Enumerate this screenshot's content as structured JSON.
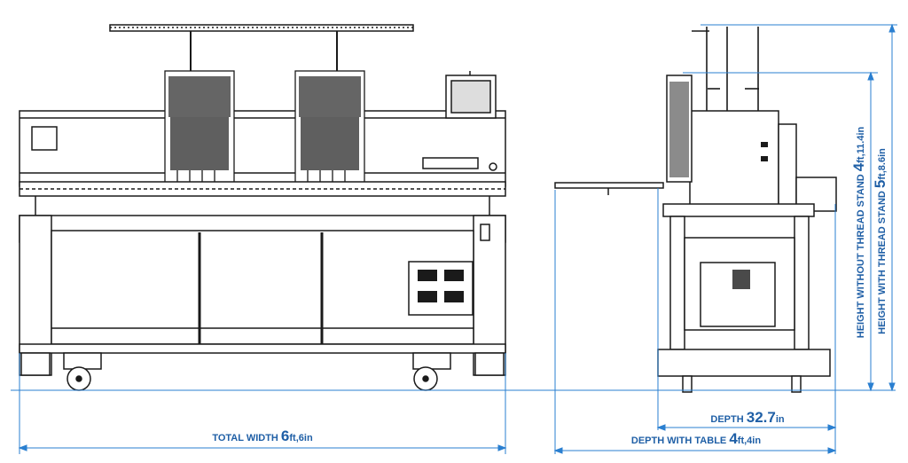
{
  "dimensions": {
    "total_width": {
      "label": "TOTAL WIDTH ",
      "value": "6",
      "unit": "ft,",
      "value2": "6",
      "unit2": "in"
    },
    "depth": {
      "label": "DEPTH ",
      "value": "32.7",
      "unit": "in"
    },
    "depth_with_table": {
      "label": "DEPTH WITH TABLE ",
      "value": "4",
      "unit": "ft,",
      "value2": "4",
      "unit2": "in"
    },
    "height_without_stand": {
      "label": "HEIGHT WITHOUT THREAD STAND ",
      "value": "4",
      "unit": "ft,",
      "value2": "11.4",
      "unit2": "in"
    },
    "height_with_stand": {
      "label": "HEIGHT WITH THREAD STAND ",
      "value": "5",
      "unit": "ft,",
      "value2": "8.6",
      "unit2": "in"
    }
  },
  "colors": {
    "dimension": "#1f5fa6",
    "leader": "#2a7fd0",
    "ink": "#1a1a1a"
  }
}
